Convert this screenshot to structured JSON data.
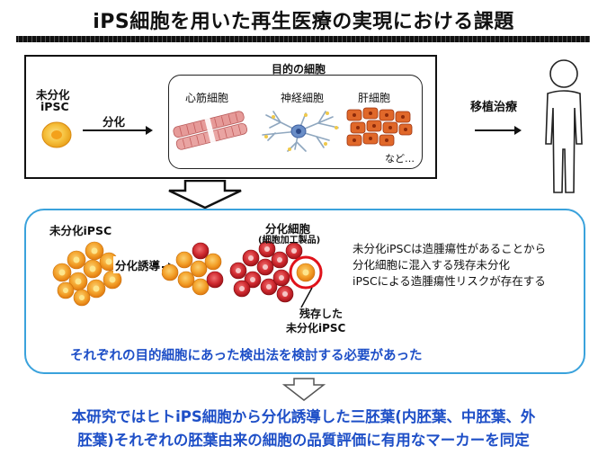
{
  "title": "iPS細胞を用いた再生医療の実現における課題",
  "top": {
    "undiff_label_line1": "未分化",
    "undiff_label_line2": "iPSC",
    "arrow_label": "分化",
    "target_cells_header": "目的の細胞",
    "cells": [
      {
        "label": "心筋細胞",
        "icon": "cardiomyocyte-icon"
      },
      {
        "label": "神経細胞",
        "icon": "neuron-icon"
      },
      {
        "label": "肝細胞",
        "icon": "hepatocyte-icon"
      }
    ],
    "etc": "など…",
    "transplant_label": "移植治療"
  },
  "middle": {
    "undiff_label": "未分化iPSC",
    "arrow_label": "分化誘導",
    "diff_label_line1": "分化細胞",
    "diff_label_line2": "(細胞加工製品)",
    "residual_label_line1": "残存した",
    "residual_label_line2": "未分化iPSC",
    "risk_text": [
      "未分化iPSCは造腫瘍性があることから",
      "分化細胞に混入する残存未分化",
      "iPSCによる造腫瘍性リスクが存在する"
    ],
    "conclusion": "それぞれの目的細胞にあった検出法を検討する必要があった"
  },
  "bottom": {
    "line1": "本研究ではヒトiPS細胞から分化誘導した三胚葉(内胚葉、中胚葉、外",
    "line2": "胚葉)それぞれの胚葉由来の細胞の品質評価に有用なマーカーを同定"
  },
  "colors": {
    "accent_blue": "#1e4fc7",
    "box_border_blue": "#3aa2dc",
    "ipsc_orange": "#f08a1c",
    "ipsc_yellow": "#f7c544",
    "diff_red": "#c8202a",
    "highlight_ring": "#e0121a"
  }
}
